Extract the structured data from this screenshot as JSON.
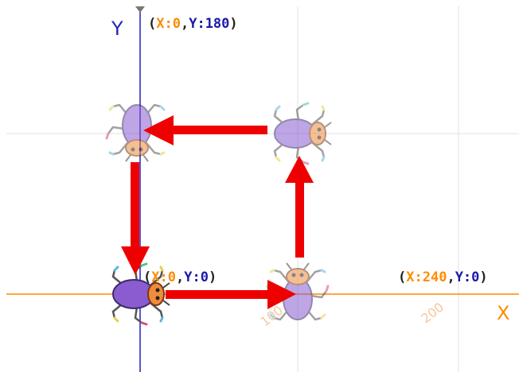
{
  "axes": {
    "x_name": "X",
    "y_name": "Y"
  },
  "labels": {
    "top": {
      "open": "(",
      "x": "X:0",
      "sep": ",",
      "y": "Y:180",
      "close": ")"
    },
    "origin": {
      "open": "(",
      "x": "X:0",
      "sep": ",",
      "y": "Y:0",
      "close": ")"
    },
    "right": {
      "open": "(",
      "x": "X:240",
      "sep": ",",
      "y": "Y:0",
      "close": ")"
    }
  },
  "ticks": {
    "t100": "100",
    "t200": "200"
  },
  "colors": {
    "x_axis": "#ff8c00",
    "y_axis": "#2222bb",
    "arrow": "#ee0000",
    "beetle_body": "#8a5cd0",
    "beetle_faded_body": "#c7b3ee",
    "beetle_head": "#f08c3c"
  },
  "icons": {
    "sprite": "beetle-icon",
    "path_arrow": "red-arrow-icon"
  }
}
